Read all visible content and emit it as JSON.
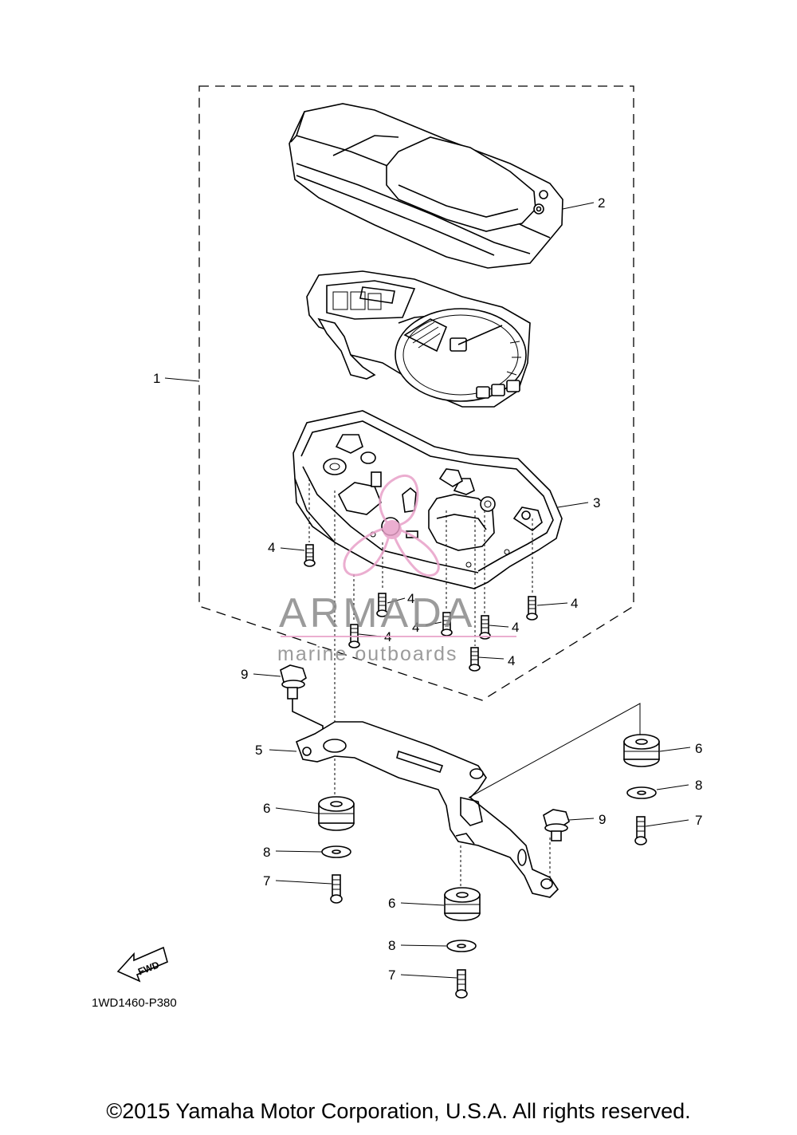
{
  "diagram": {
    "callouts": {
      "c1": "1",
      "c2": "2",
      "c3": "3",
      "c4a": "4",
      "c4b": "4",
      "c4c": "4",
      "c4d": "4",
      "c4e": "4",
      "c4f": "4",
      "c4g": "4",
      "c5": "5",
      "c6a": "6",
      "c6b": "6",
      "c6c": "6",
      "c7a": "7",
      "c7b": "7",
      "c7c": "7",
      "c8a": "8",
      "c8b": "8",
      "c8c": "8",
      "c9a": "9",
      "c9b": "9"
    },
    "fwd_label": "FWD",
    "diagram_code": "1WD1460-P380"
  },
  "watermark": {
    "brand": "ARMADA",
    "tagline": "marine outboards",
    "color": "#e8a0c8"
  },
  "footer": {
    "copyright": "©2015 Yamaha Motor Corporation, U.S.A. All rights reserved."
  }
}
